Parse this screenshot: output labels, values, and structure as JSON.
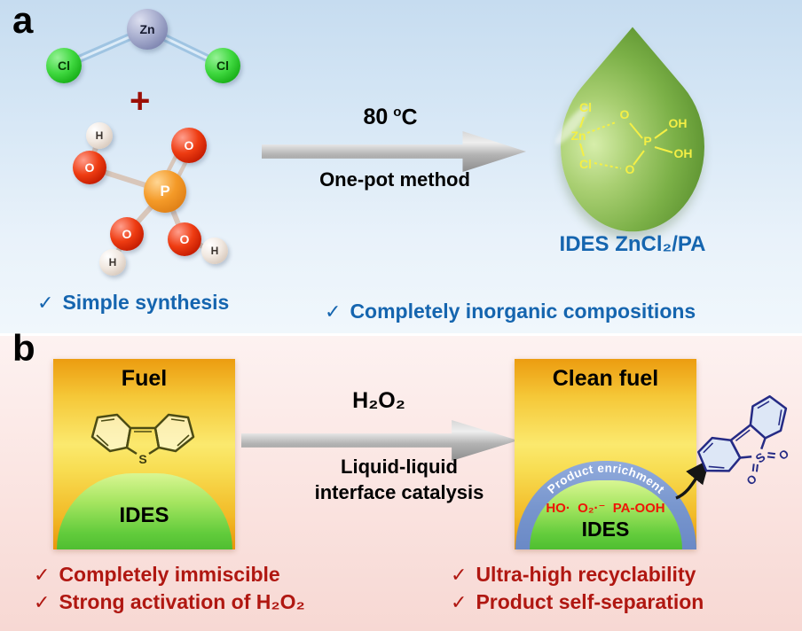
{
  "ui": {
    "check": "✓"
  },
  "panel_a": {
    "label": "a",
    "zncl2": {
      "zn": "Zn",
      "cl_left": "Cl",
      "cl_right": "Cl"
    },
    "plus": "+",
    "pa": {
      "p": "P",
      "o1": "O",
      "o2": "O",
      "o3": "O",
      "o4": "O",
      "h1": "H",
      "h2": "H",
      "h3": "H"
    },
    "arrow": {
      "temp_value": "80",
      "temp_sup": "o",
      "temp_unit": "C",
      "method": "One-pot method"
    },
    "droplet": {
      "structure": {
        "cl_top": "Cl",
        "zn": "Zn",
        "cl_bottom": "Cl",
        "o_top": "O",
        "p": "P",
        "oh_top": "OH",
        "oh_bottom": "OH",
        "o_bottom": "O"
      },
      "caption": "IDES ZnCl₂/PA"
    },
    "checks": [
      "Simple synthesis",
      "Completely inorganic compositions"
    ]
  },
  "panel_b": {
    "label": "b",
    "fuel_box": {
      "title": "Fuel",
      "sulfur": "S",
      "ides": "IDES"
    },
    "arrow": {
      "reagent": "H₂O₂",
      "method_line1": "Liquid-liquid",
      "method_line2": "interface catalysis"
    },
    "clean_box": {
      "title": "Clean fuel",
      "enrichment": "Product enrichment",
      "radicals": "HO·  O₂·⁻  PA-OOH",
      "ides": "IDES"
    },
    "product": {
      "sulfur": "S",
      "o_left": "O",
      "o_right": "O"
    },
    "checks_left": [
      "Completely immiscible",
      "Strong activation of H₂O₂"
    ],
    "checks_right": [
      "Ultra-high recyclability",
      "Product self-separation"
    ]
  }
}
